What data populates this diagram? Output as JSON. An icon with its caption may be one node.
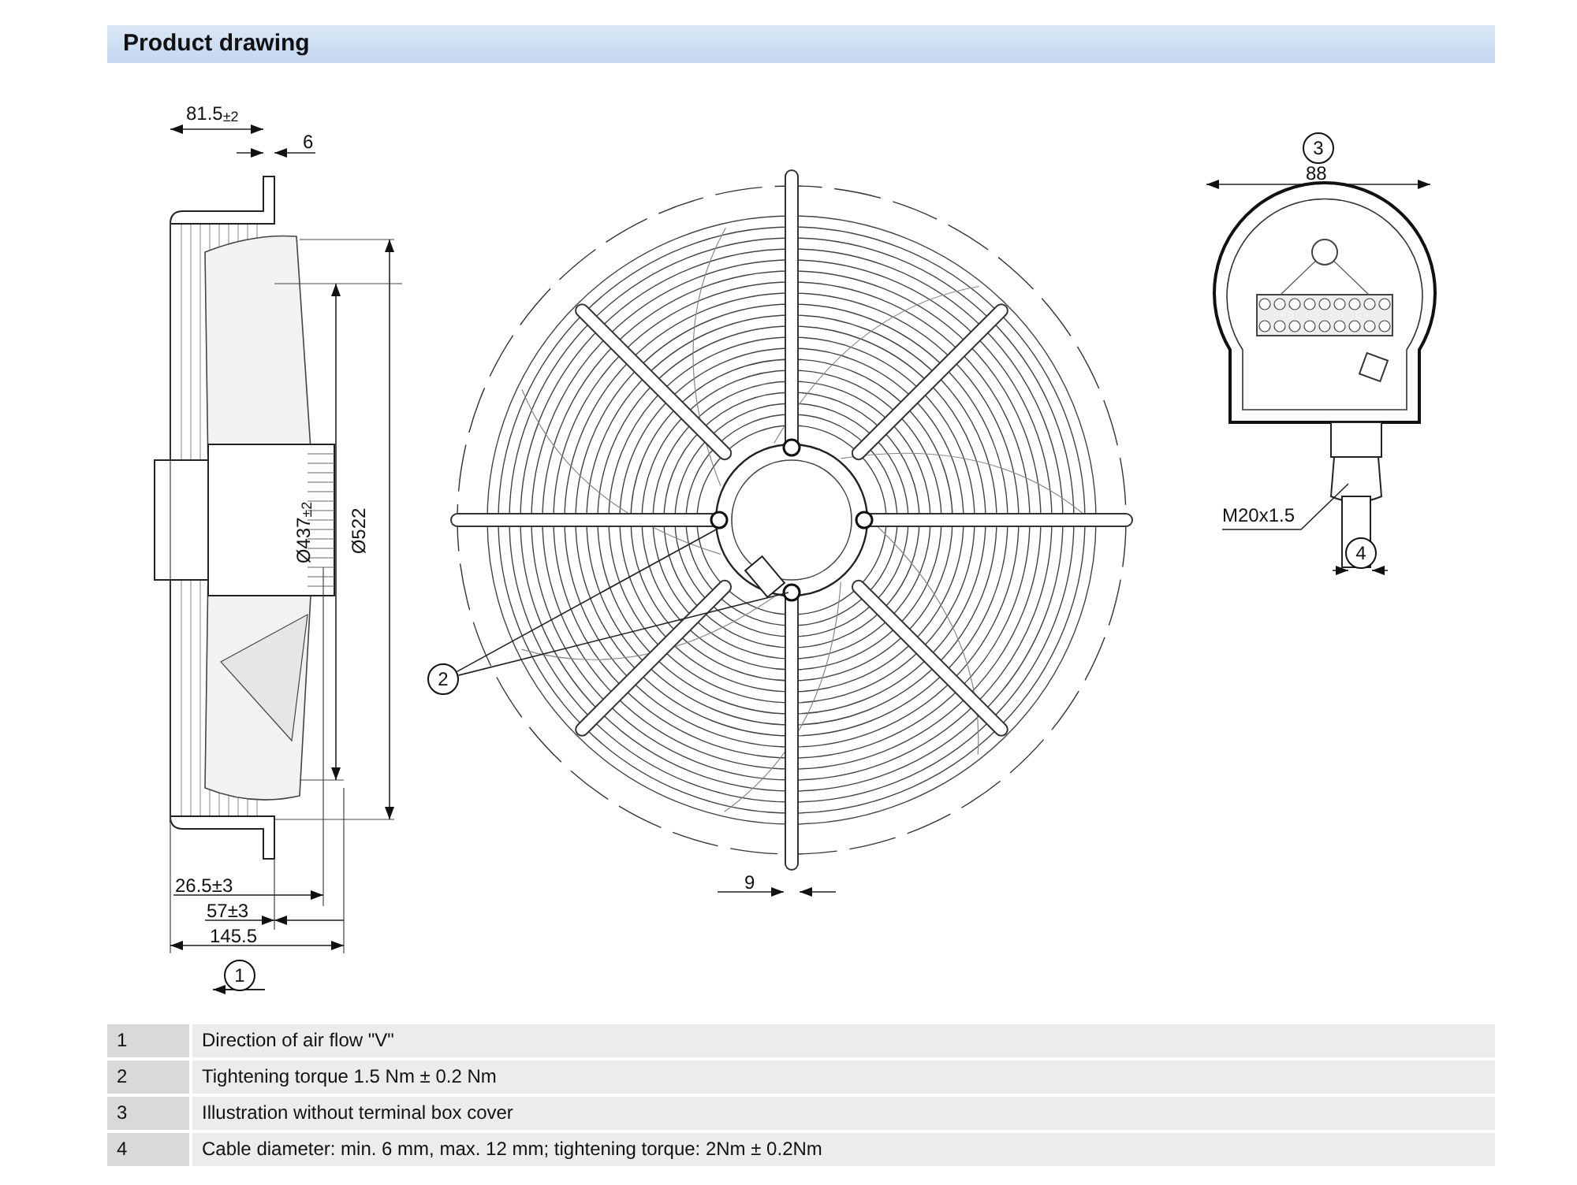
{
  "diagram": {
    "title": "Product drawing",
    "nodes": [
      {
        "text": [
          "1"
        ]
      },
      {
        "text": [
          "2"
        ]
      },
      {
        "text": [
          "3"
        ]
      },
      {
        "text": [
          "4"
        ]
      },
      {
        "text": [
          "M20x1.5"
        ]
      }
    ],
    "edges": [
      {
        "from": 1,
        "to": null,
        "arrow": "none"
      },
      {
        "from": 1,
        "to": null,
        "arrow": "none"
      },
      {
        "from": 4,
        "to": null,
        "arrow": "none"
      }
    ],
    "labels": [
      "81.5$_{±2}$",
      "6",
      "Ø437$_{±2}$",
      "Ø522",
      "26.5±3",
      "57±3",
      "145.5",
      "9",
      "88",
      "1",
      "Direction of air flow \"V\"",
      "2",
      "Tightening torque 1.5 Nm ± 0.2 Nm",
      "3",
      "Illustration without terminal box cover",
      "4",
      "Cable diameter: min. 6 mm, max. 12 mm; tightening torque: 2Nm ± 0.2Nm"
    ]
  }
}
